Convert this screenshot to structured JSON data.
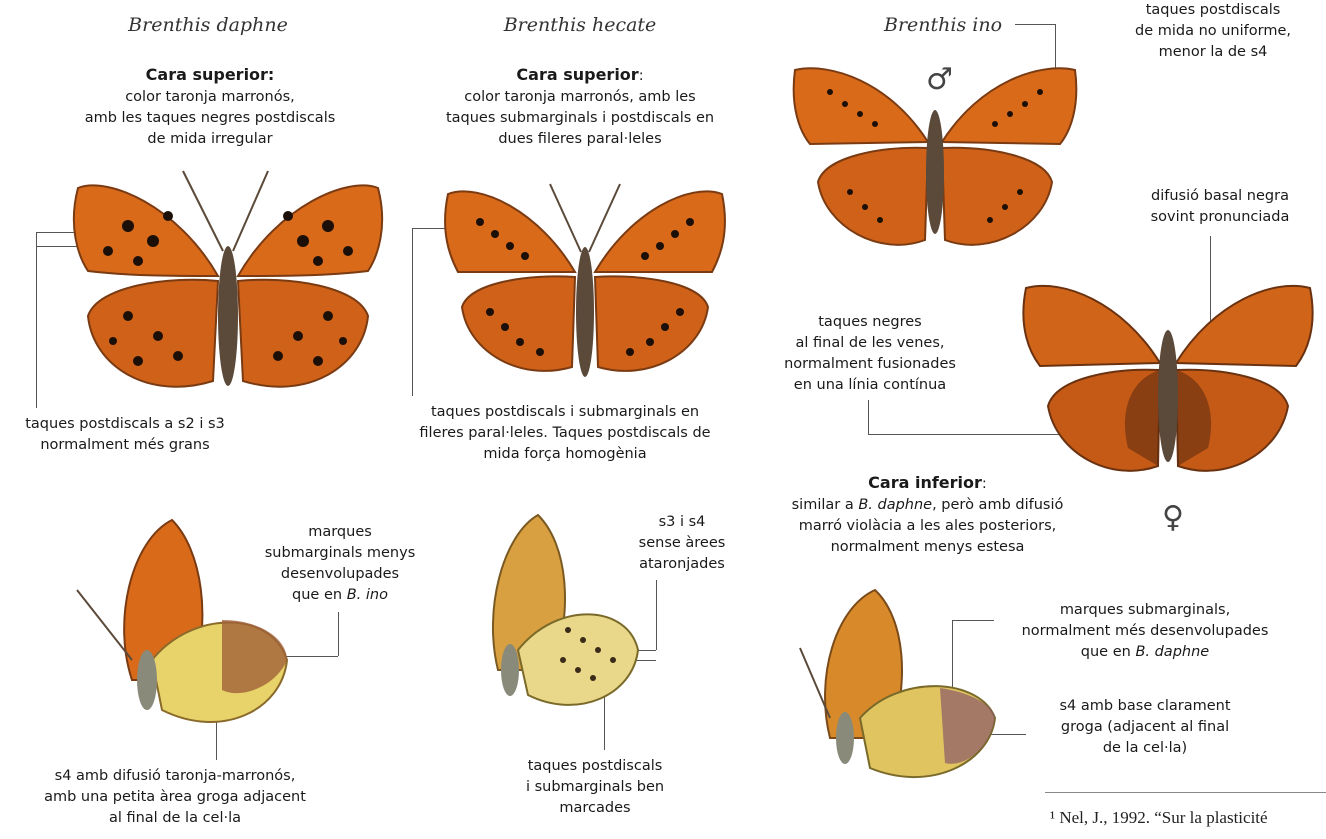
{
  "species": {
    "daphne": "Brenthis daphne",
    "hecate": "Brenthis hecate",
    "ino": "Brenthis ino"
  },
  "daphne": {
    "upper_heading": "Cara superior:",
    "upper_text": "color taronja marronós,\namb les taques negres postdiscals\nde mida irregular",
    "upper_note": "taques postdiscals a s2 i s3\nnormalment més grans",
    "under_note1_a": "marques\nsubmarginals menys\ndesenvolupades\nque en ",
    "under_note1_b": "B. ino",
    "under_note2": "s4 amb difusió taronja-marronós,\namb una petita àrea groga adjacent\nal final de la cel·la"
  },
  "hecate": {
    "upper_heading": "Cara superior",
    "upper_text": ":\ncolor taronja marronós, amb les\ntaques submarginals i postdiscals en\ndues fileres paral·leles",
    "upper_note": "taques postdiscals i submarginals en\nfileres paral·leles. Taques postdiscals de\nmida força homogènia",
    "under_note1": "s3 i s4\nsense àrees\nataronjades",
    "under_note2": "taques postdiscals\ni submarginals ben\nmarcades"
  },
  "ino": {
    "male_symbol": "♂",
    "female_symbol": "♀",
    "top_note": "taques postdiscals\nde mida no uniforme,\nmenor la de s4",
    "basal_note": "difusió basal negra\nsovint pronunciada",
    "veins_note": "taques negres\nal final de les venes,\nnormalment fusionades\nen una línia contínua",
    "under_heading": "Cara inferior",
    "under_text_a": ":\nsimilar a ",
    "under_text_b": "B. daphne",
    "under_text_c": ", però amb difusió\nmarró violàcia a les ales posteriors,\nnormalment menys estesa",
    "under_note1_a": "marques submarginals,\nnormalment més desenvolupades\nque en ",
    "under_note1_b": "B. daphne",
    "under_note2": "s4 amb base clarament\ngroga (adjacent al final\nde la cel·la)"
  },
  "footnote": "¹ Nel, J., 1992. “Sur la plasticité",
  "colors": {
    "wing_orange": "#d86a1a",
    "wing_dark": "#7a3a12",
    "spot_black": "#1b0f08",
    "under_yellow": "#e8d36a",
    "under_brown": "#a0623a",
    "body": "#5b4a3a"
  }
}
